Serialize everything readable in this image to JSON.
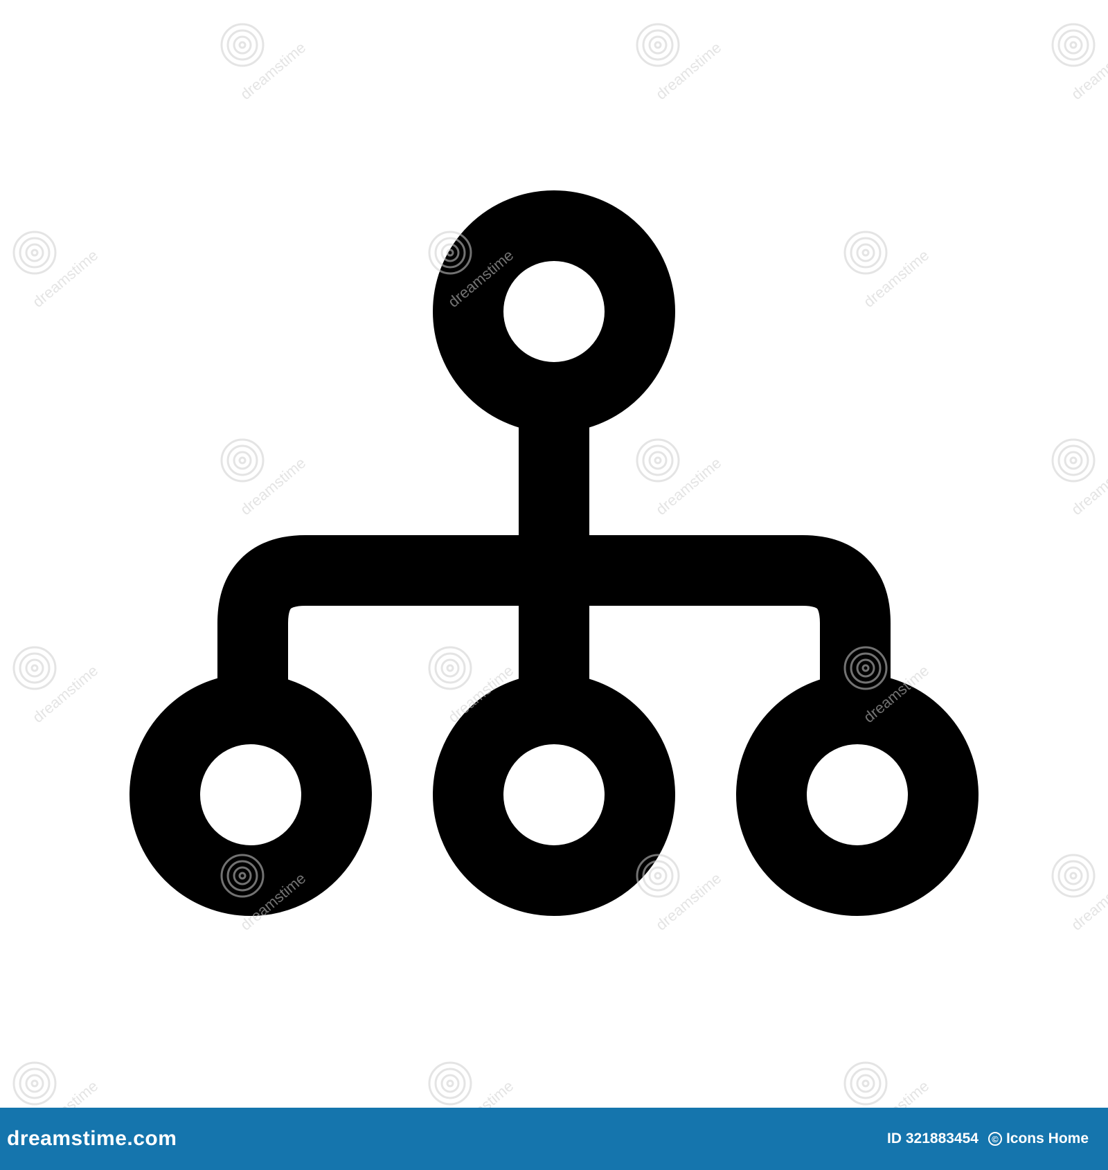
{
  "icon": {
    "name": "hierarchy-icon",
    "color": "#000000",
    "background": "#ffffff"
  },
  "watermark": {
    "text": "dreamstime",
    "color": "#cfcfcf"
  },
  "footer": {
    "background": "#1575ad",
    "brand": "dreamstime.com",
    "id_label": "ID 321883454",
    "author": "Icons Home"
  }
}
